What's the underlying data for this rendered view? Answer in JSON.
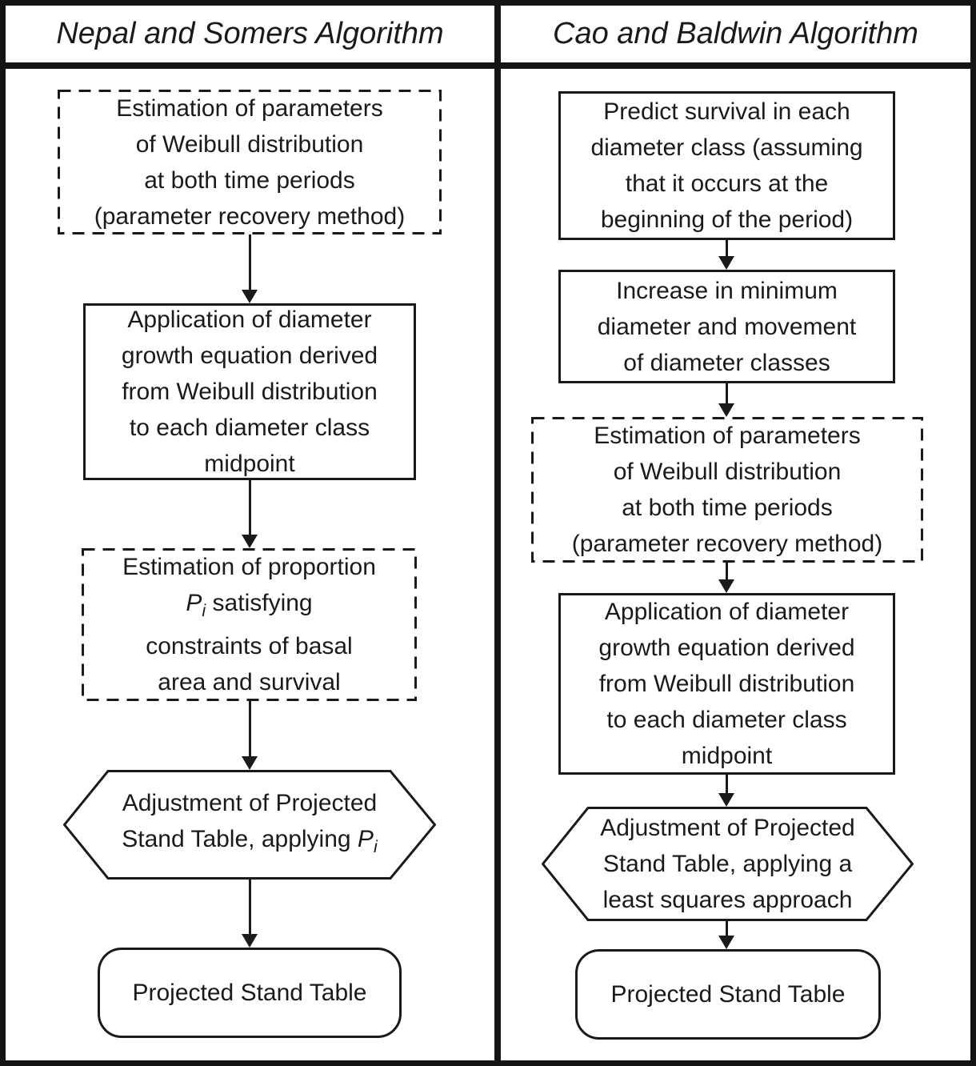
{
  "header": {
    "left_title": "Nepal and Somers Algorithm",
    "right_title": "Cao and Baldwin Algorithm"
  },
  "colors": {
    "ink": "#1a1a1a",
    "background": "#ffffff"
  },
  "left_column": {
    "estimation_parameters": {
      "lines": [
        "Estimation of parameters",
        "of Weibull distribution",
        "at both time periods",
        "(parameter recovery method)"
      ]
    },
    "application_growth": {
      "lines": [
        "Application of diameter",
        "growth equation derived",
        "from Weibull distribution",
        "to each diameter class",
        "midpoint"
      ]
    },
    "estimation_proportion": {
      "line1": "Estimation of proportion",
      "line2_var": "P",
      "line2_sub": "i",
      "line2_rest": " satisfying",
      "line3": "constraints of basal",
      "line4": "area and survival"
    },
    "adjustment": {
      "line1": "Adjustment of Projected",
      "line2_pre": "Stand Table, applying ",
      "line2_var": "P",
      "line2_sub": "i"
    },
    "output": {
      "label": "Projected Stand Table"
    }
  },
  "right_column": {
    "predict_survival": {
      "lines": [
        "Predict survival in each",
        "diameter class (assuming",
        "that it occurs at the",
        "beginning of the period)"
      ]
    },
    "increase_minimum": {
      "lines": [
        "Increase in minimum",
        "diameter and movement",
        "of diameter classes"
      ]
    },
    "estimation_parameters": {
      "lines": [
        "Estimation of parameters",
        "of Weibull distribution",
        "at both time periods",
        "(parameter recovery method)"
      ]
    },
    "application_growth": {
      "lines": [
        "Application of diameter",
        "growth equation derived",
        "from Weibull distribution",
        "to each diameter class",
        "midpoint"
      ]
    },
    "adjustment": {
      "lines": [
        "Adjustment of Projected",
        "Stand Table, applying a",
        "least squares approach"
      ]
    },
    "output": {
      "label": "Projected Stand Table"
    }
  }
}
